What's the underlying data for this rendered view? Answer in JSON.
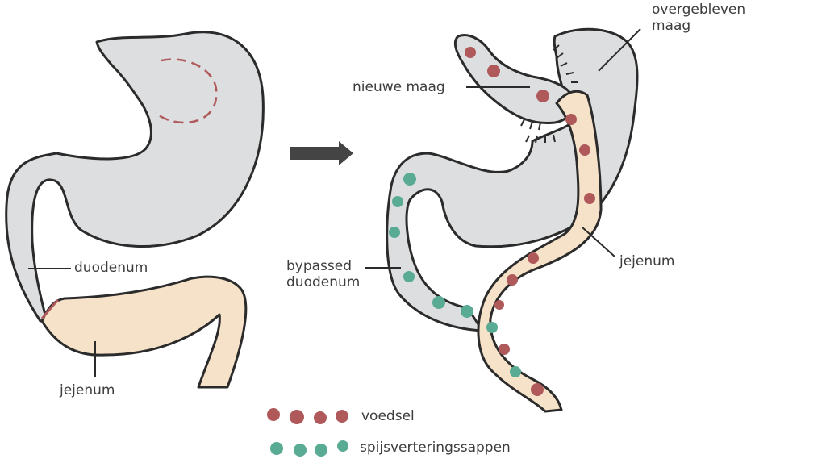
{
  "labels": {
    "duodenum": "duodenum",
    "jejenum_left": "jejenum",
    "jejenum_right": "jejenum",
    "nieuwe_maag": "nieuwe maag",
    "overgebleven_line1": "overgebleven",
    "overgebleven_line2": "maag",
    "bypassed_line1": "bypassed",
    "bypassed_line2": "duodenum"
  },
  "legend": {
    "food": "voedsel",
    "juices": "spijsverteringssappen"
  },
  "colors": {
    "stomach_fill": "#dcdedf",
    "outline": "#2b2b2b",
    "jejunum_fill": "#f6e2c8",
    "food_dot": "#b0595a",
    "juice_dot": "#5aab94",
    "cut_line": "#b0595a",
    "arrow": "#444444",
    "text": "#3d3d3d"
  },
  "icons": {
    "arrow": "arrow-right-icon"
  }
}
